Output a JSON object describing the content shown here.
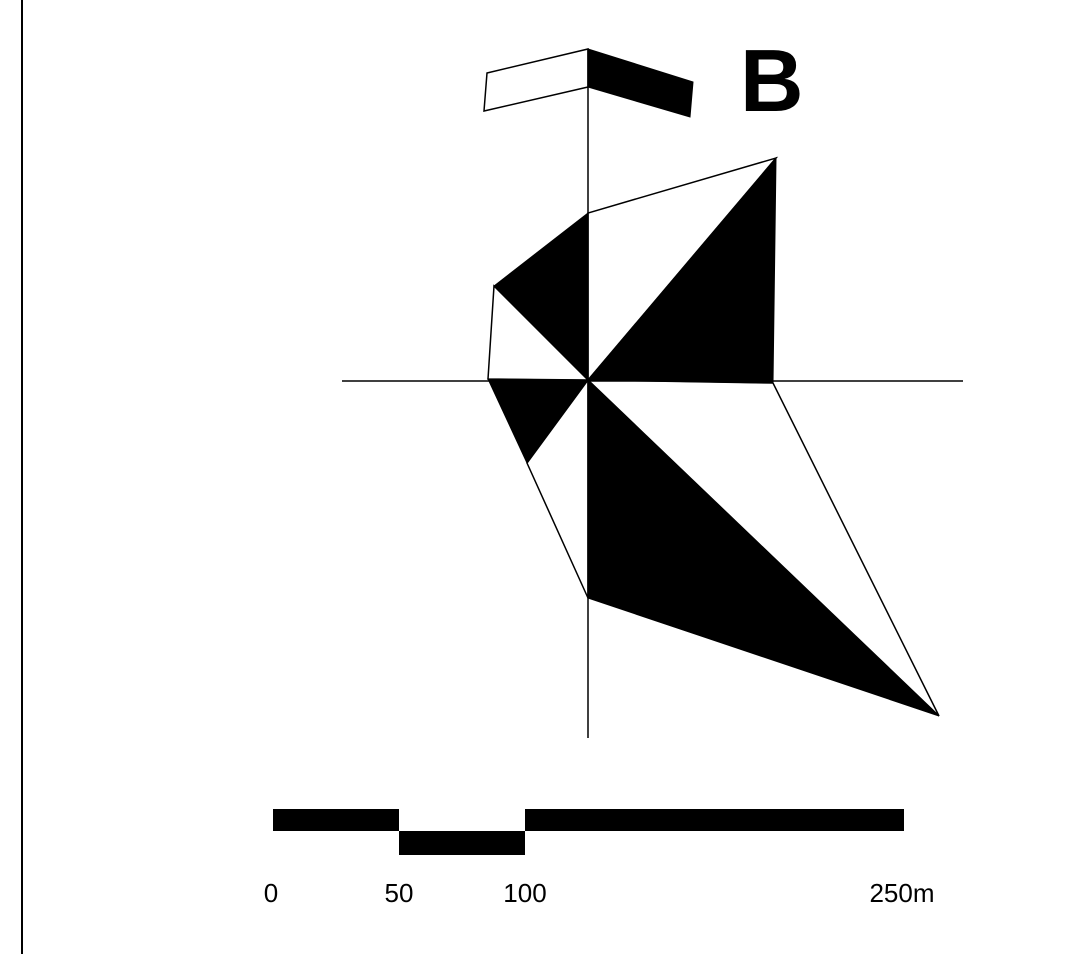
{
  "figure": {
    "panel_label": "B",
    "scale_bar": {
      "tick_labels": [
        "0",
        "50",
        "100",
        "250m"
      ],
      "segment_breaks_m": [
        0,
        50,
        100,
        250
      ]
    },
    "colors": {
      "fill": "#000000",
      "background": "#ffffff",
      "stroke": "#000000"
    }
  }
}
